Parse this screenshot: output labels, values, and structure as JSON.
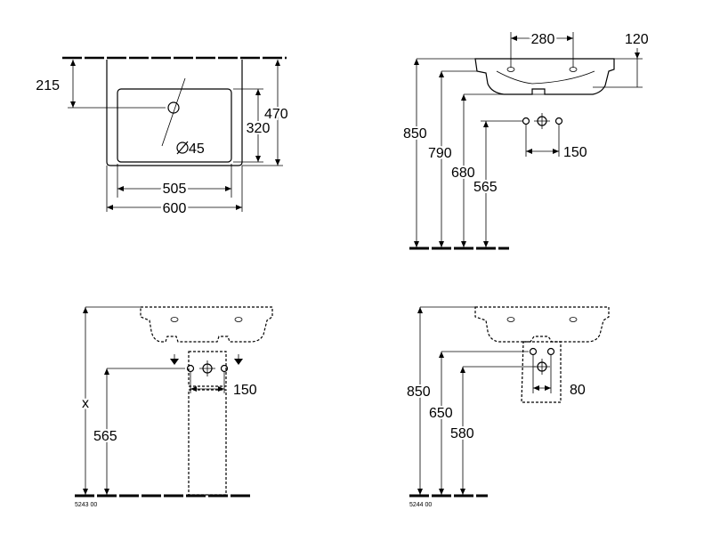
{
  "views": {
    "top": {
      "dim_215": "215",
      "dim_320": "320",
      "dim_470": "470",
      "dim_505": "505",
      "dim_600": "600",
      "dim_tap_hole": "45"
    },
    "side": {
      "dim_280": "280",
      "dim_120": "120",
      "dim_850": "850",
      "dim_790": "790",
      "dim_680": "680",
      "dim_565": "565",
      "dim_150": "150"
    },
    "pedestal": {
      "dim_x": "x",
      "dim_565": "565",
      "dim_150": "150",
      "code": "5243 00"
    },
    "semi_pedestal": {
      "dim_850": "850",
      "dim_650": "650",
      "dim_580": "580",
      "dim_80": "80",
      "code": "5244 00"
    }
  }
}
